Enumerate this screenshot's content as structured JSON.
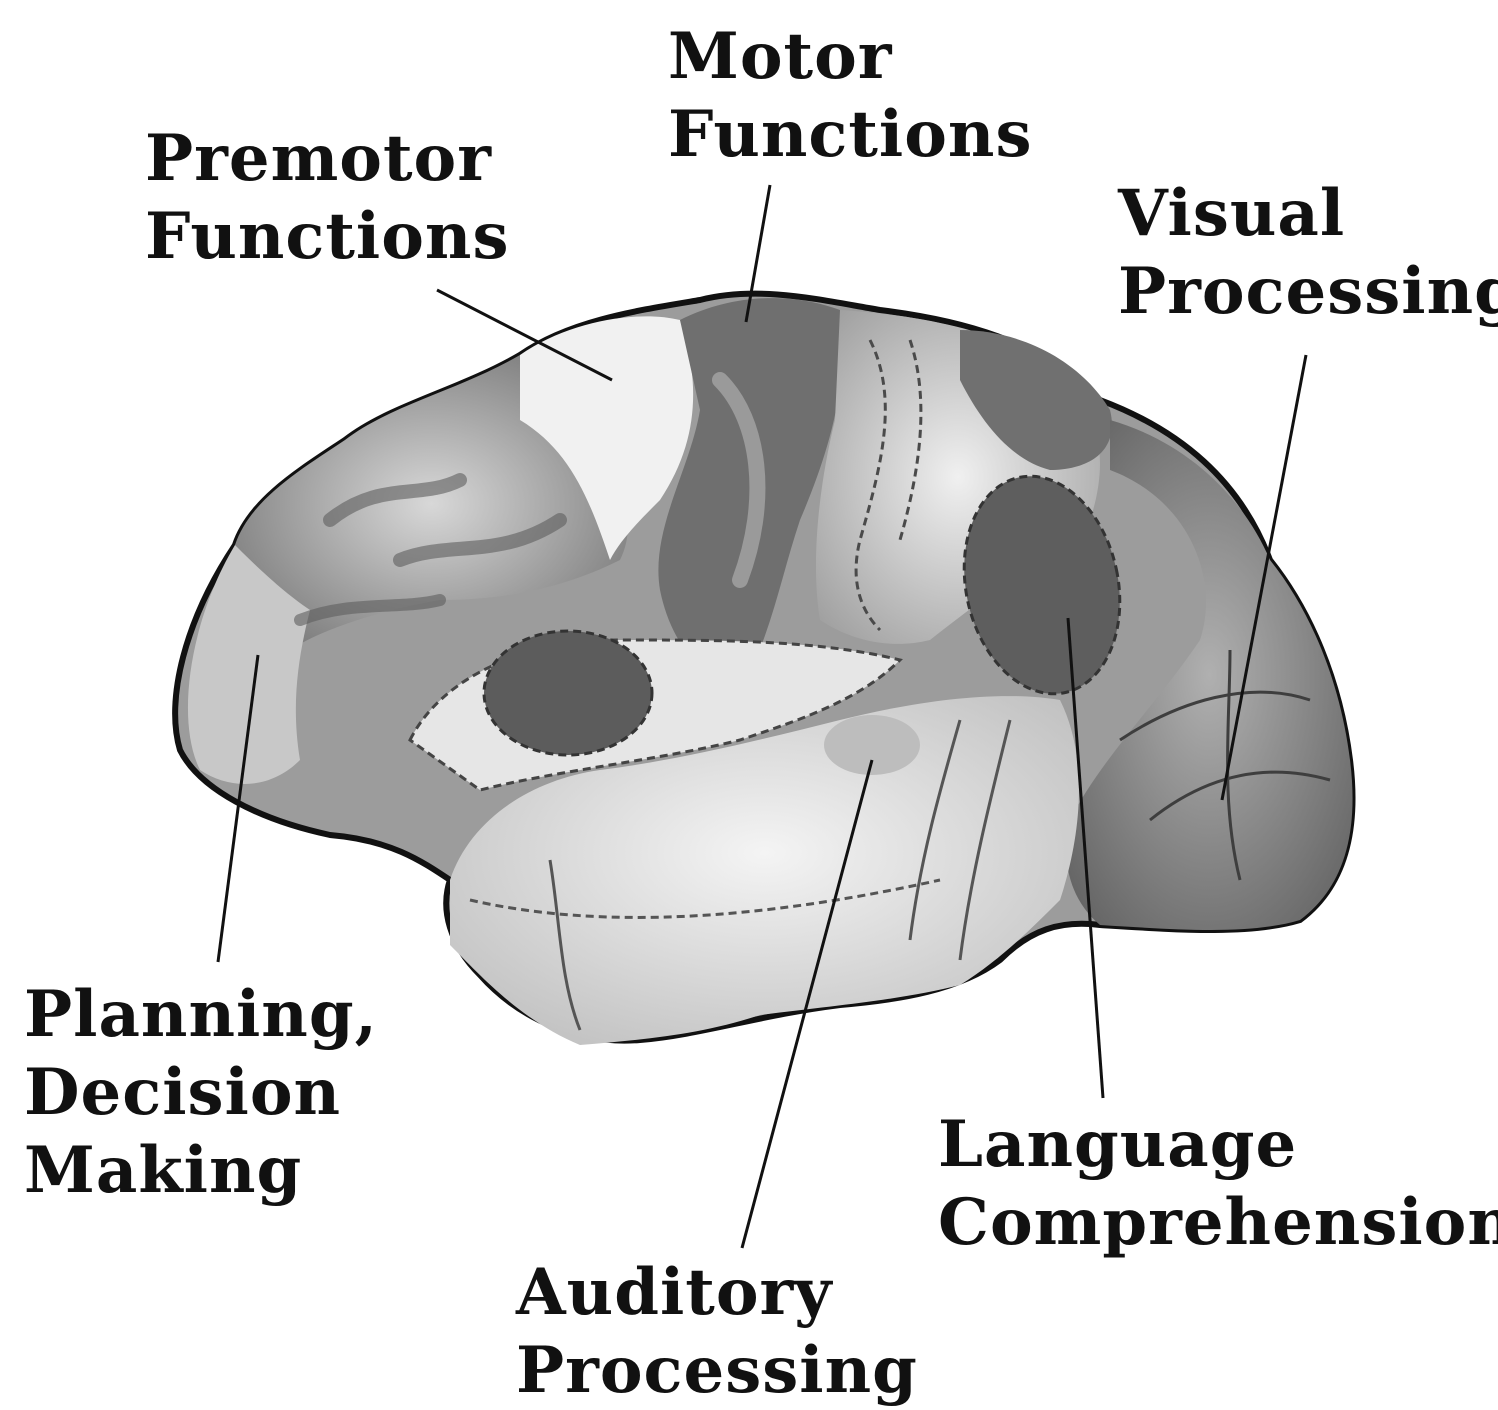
{
  "diagram": {
    "colors": {
      "outline": "#111111",
      "frontal": "#8a8a8a",
      "premotor": "#e2e2e2",
      "motor": "#6e6e6e",
      "parietal": "#9a9a9a",
      "temporal": "#dcdcdc",
      "occipital": "#7c7c7c",
      "broca": "#5a5a5a",
      "wernicke": "#5a5a5a"
    },
    "labels": {
      "motor": {
        "line1": "Motor",
        "line2": "Functions"
      },
      "premotor": {
        "line1": "Premotor",
        "line2": "Functions"
      },
      "visual": {
        "line1": "Visual",
        "line2": "Processing"
      },
      "planning": {
        "line1": "Planning,",
        "line2": "Decision",
        "line3": "Making"
      },
      "language": {
        "line1": "Language",
        "line2": "Comprehension"
      },
      "auditory": {
        "line1": "Auditory",
        "line2": "Processing"
      }
    }
  }
}
